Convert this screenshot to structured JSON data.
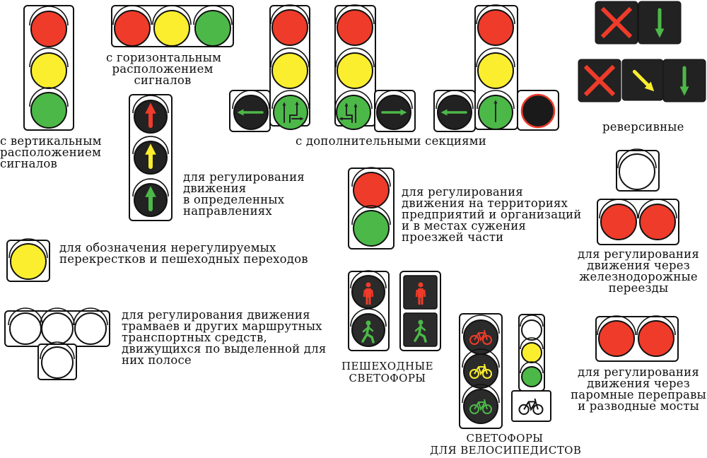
{
  "colors": {
    "red": "#ef3b2a",
    "yellow": "#fbee2e",
    "green": "#4cb848",
    "dark": "#222222",
    "pedestrian_housing": "#2b2b2b"
  },
  "captions": {
    "vertical": "с вертикальным\nрасположением\nсигналов",
    "horizontal": "с горизонтальным\nрасположением\nсигналов",
    "additional": "с дополнительными секциями",
    "reversible": "реверсивные",
    "directions": "для регулирования\nдвижения\nв определенных\nнаправлениях",
    "enterprises": "для регулирования\nдвижения на территориях\nпредприятий и организаций\nи в местах сужения\nпроезжей части",
    "unregulated": "для обозначения нерегулируемых\nперекрестков и пешеходных переходов",
    "trams": "для регулирования движения\nтрамваев и других маршрутных\nтранспортных средств,\nдвижущихся по выделенной для\nних полосе",
    "railway": "для регулирования\nдвижения через\nжелезнодорожные\nпереезды",
    "pedestrian": "ПЕШЕХОДНЫЕ\nСВЕТОФОРЫ",
    "cyclists": "СВЕТОФОРЫ\nДЛЯ ВЕЛОСИПЕДИСТОВ",
    "ferries": "для регулирования\nдвижения через\nпаромные переправы\nи разводные мосты"
  }
}
